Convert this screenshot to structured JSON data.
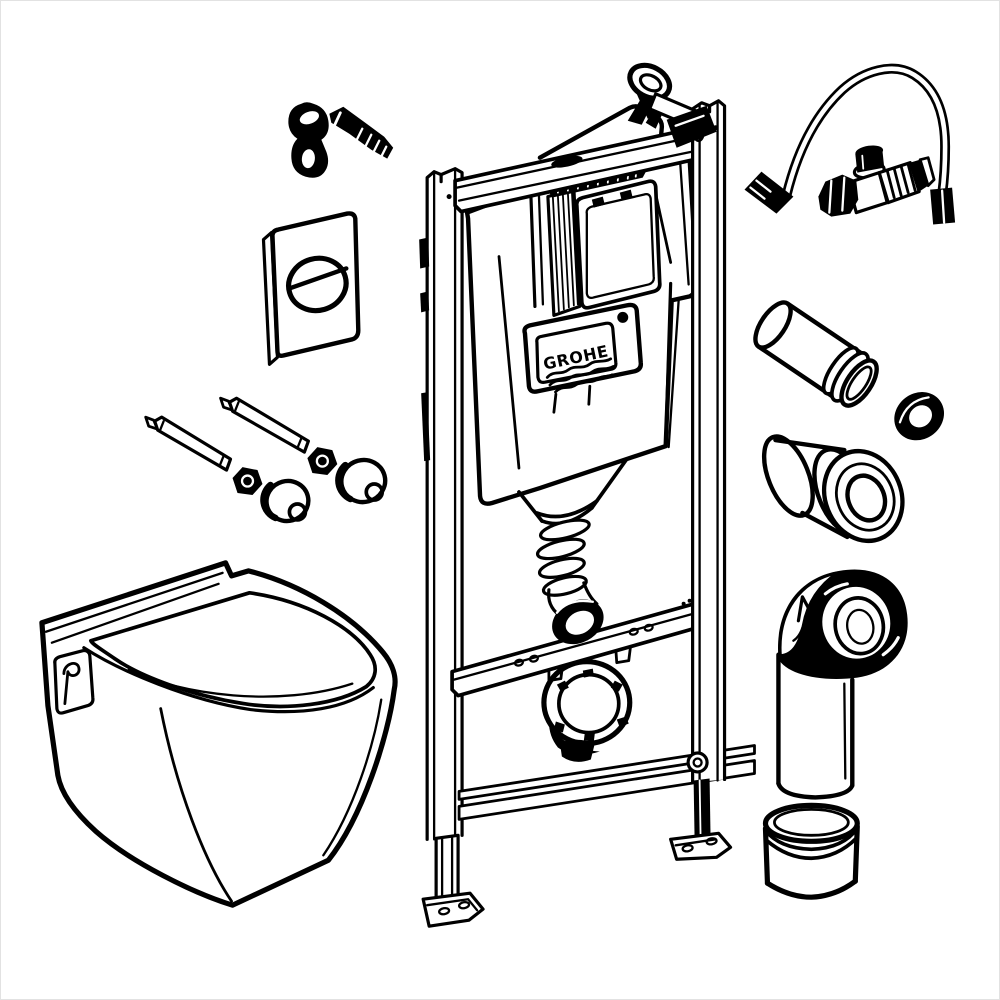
{
  "page": {
    "kind": "exploded-parts line illustration",
    "subject": "wall-hung toilet concealed-cistern installation set",
    "background_color": "#ffffff",
    "ink_color": "#000000"
  },
  "cistern": {
    "label": "GROHE"
  },
  "parts": [
    {
      "id": "wall-anchor-with-bolt",
      "label": "wall anchor bracket with bolt"
    },
    {
      "id": "flush-actuator-plate",
      "label": "flush actuator plate"
    },
    {
      "id": "threaded-rod-kit",
      "label": "threaded rods, hex nuts and cone caps"
    },
    {
      "id": "wall-hung-toilet-bowl",
      "label": "wall-hung toilet bowl with seat"
    },
    {
      "id": "installation-frame",
      "label": "installation frame with legs and feet"
    },
    {
      "id": "concealed-cistern",
      "label": "concealed cistern with GROHE badge"
    },
    {
      "id": "inspection-shaft-box",
      "label": "inspection shaft box"
    },
    {
      "id": "flush-bend-pipe",
      "label": "corrugated flush bend with outlet"
    },
    {
      "id": "drain-bracket",
      "label": "drain fixing bracket ring"
    },
    {
      "id": "frame-top-anchor",
      "label": "frame top wall anchor"
    },
    {
      "id": "supply-hose",
      "label": "flexible water supply hose"
    },
    {
      "id": "angle-valve",
      "label": "angle shut-off valve"
    },
    {
      "id": "flush-pipe",
      "label": "flush pipe"
    },
    {
      "id": "seal-ring",
      "label": "rubber seal ring"
    },
    {
      "id": "connection-sleeve",
      "label": "connection sleeve with flange"
    },
    {
      "id": "drain-elbow",
      "label": "drain elbow pipe"
    },
    {
      "id": "protection-cap",
      "label": "protection cap sleeve"
    }
  ]
}
